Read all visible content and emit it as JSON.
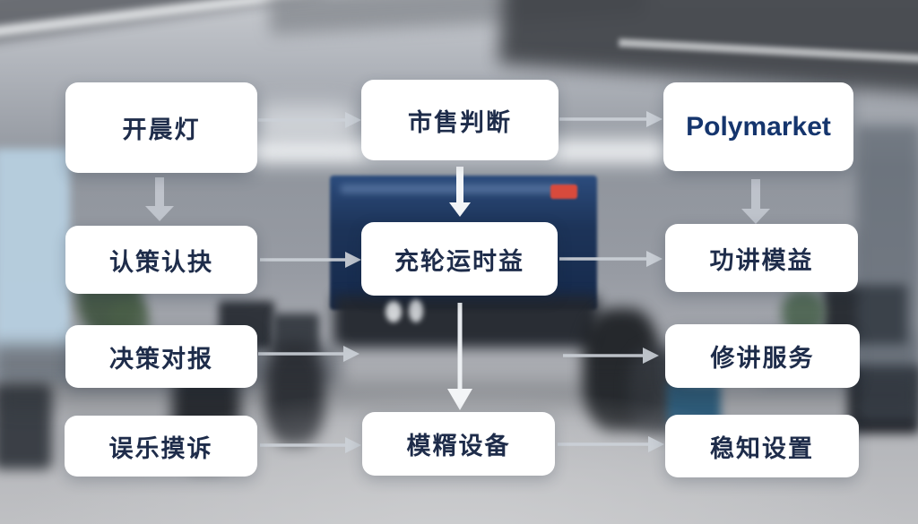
{
  "flowchart": {
    "nodes": [
      {
        "label": "开晨灯"
      },
      {
        "label": "市售判断"
      },
      {
        "label": "Polymarket"
      },
      {
        "label": "认策认抉"
      },
      {
        "label": "充轮运时益"
      },
      {
        "label": "功讲模益"
      },
      {
        "label": "决策对报"
      },
      {
        "label": "修讲服务"
      },
      {
        "label": "误乐摸诉"
      },
      {
        "label": "模糈设备"
      },
      {
        "label": "稳知设置"
      }
    ],
    "edges": [
      {
        "from": "开晨灯",
        "to": "市售判断",
        "style": "thin-gray-right"
      },
      {
        "from": "市售判断",
        "to": "Polymarket",
        "style": "thin-gray-right"
      },
      {
        "from": "开晨灯",
        "to": "认策认抉",
        "style": "block-gray-down"
      },
      {
        "from": "市售判断",
        "to": "充轮运时益",
        "style": "block-white-down"
      },
      {
        "from": "Polymarket",
        "to": "功讲模益",
        "style": "block-gray-down"
      },
      {
        "from": "认策认抉",
        "to": "充轮运时益",
        "style": "thin-gray-right"
      },
      {
        "from": "充轮运时益",
        "to": "功讲模益",
        "style": "thin-gray-right"
      },
      {
        "from": "充轮运时益",
        "to": "模糈设备",
        "style": "long-white-down"
      },
      {
        "from": "决策对报",
        "to": "center",
        "style": "thin-gray-right"
      },
      {
        "from": "center",
        "to": "修讲服务",
        "style": "thin-gray-right"
      },
      {
        "from": "误乐摸诉",
        "to": "模糈设备",
        "style": "thin-gray-right"
      },
      {
        "from": "模糈设备",
        "to": "稳知设置",
        "style": "thin-gray-right"
      }
    ],
    "colors": {
      "node_background": "#ffffff",
      "node_text": "#1e2c4a",
      "polymarket_text": "#15356d",
      "arrow_gray": "#c9ced6",
      "arrow_white": "#f6f8fa",
      "screen_blue": "#1c3257",
      "screen_logo_red": "#d84a3c"
    }
  }
}
